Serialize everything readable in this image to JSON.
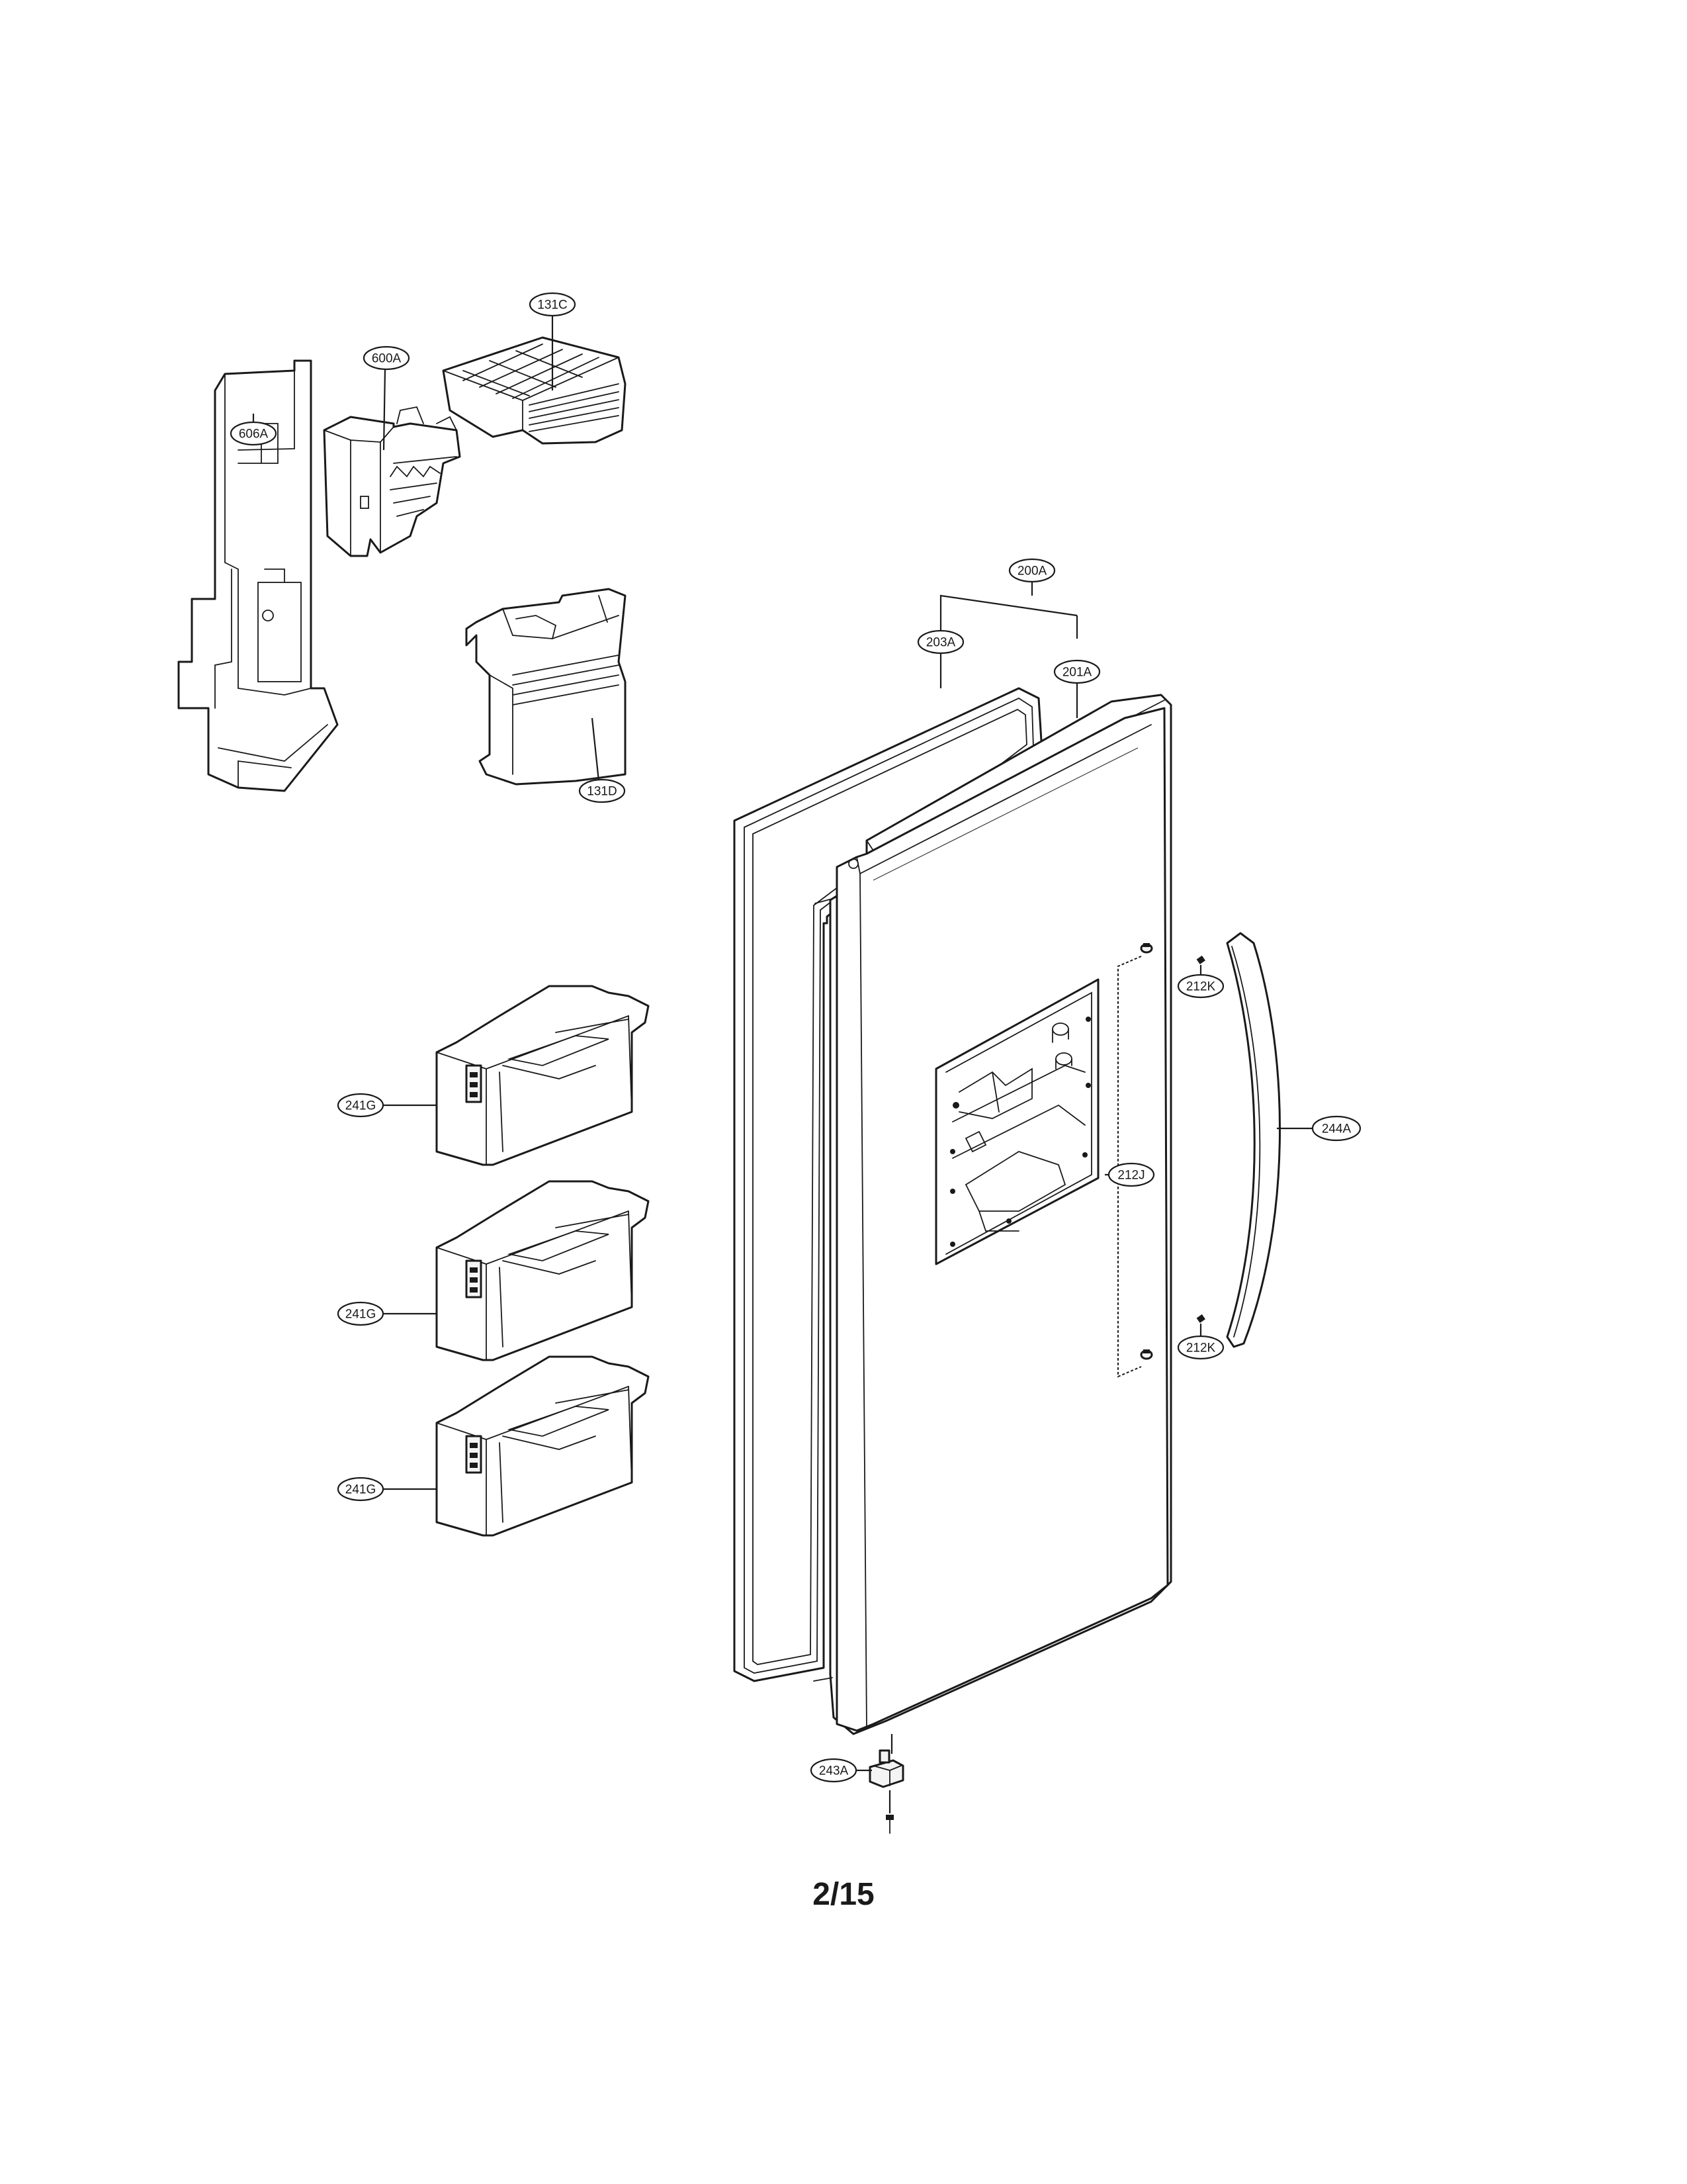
{
  "callouts": {
    "c131C": "131C",
    "c606A": "606A",
    "c600A": "600A",
    "c131D": "131D",
    "c200A": "200A",
    "c203A": "203A",
    "c201A": "201A",
    "c212K_top": "212K",
    "c212K_bottom": "212K",
    "c244A": "244A",
    "c212J": "212J",
    "c241G_1": "241G",
    "c241G_2": "241G",
    "c241G_3": "241G",
    "c243A": "243A"
  },
  "page_number": "2/15"
}
